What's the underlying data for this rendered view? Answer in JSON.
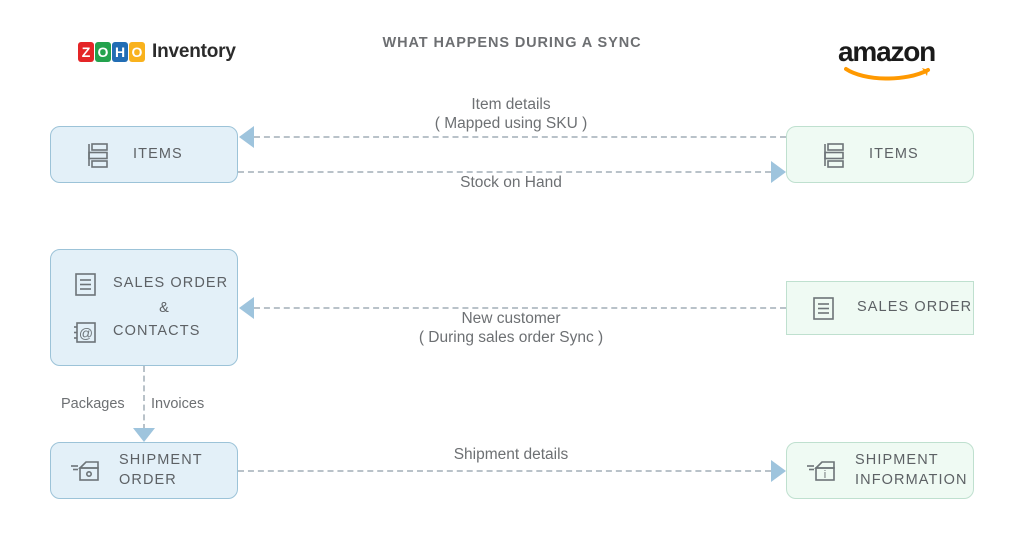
{
  "title": "WHAT HAPPENS DURING A SYNC",
  "brands": {
    "left": {
      "tiles": [
        "Z",
        "O",
        "H",
        "O"
      ],
      "word": "Inventory",
      "colors": [
        "#e42527",
        "#23a24d",
        "#226db4",
        "#f9b21d"
      ]
    },
    "right": {
      "word": "amazon"
    }
  },
  "nodes": {
    "items_left": {
      "label": "ITEMS",
      "icon": "items-icon"
    },
    "items_right": {
      "label": "ITEMS",
      "icon": "items-icon"
    },
    "sales_left": {
      "label_order": "SALES ORDER",
      "amp": "&",
      "label_contacts": "CONTACTS",
      "icon_order": "document-icon",
      "icon_contacts": "contacts-at-icon"
    },
    "sales_right": {
      "label": "SALES ORDER",
      "icon": "document-icon"
    },
    "ship_left": {
      "label_line1": "SHIPMENT",
      "label_line2": "ORDER",
      "icon": "package-box-icon"
    },
    "ship_right": {
      "label_line1": "SHIPMENT",
      "label_line2": "INFORMATION",
      "icon": "package-box-info-icon"
    }
  },
  "flows": {
    "item_details": {
      "line1": "Item details",
      "line2": "( Mapped using SKU )"
    },
    "stock_on_hand": {
      "line1": "Stock on Hand"
    },
    "new_customer": {
      "line1": "New customer",
      "line2": "( During sales order Sync )"
    },
    "shipment_details": {
      "line1": "Shipment details"
    },
    "packages": "Packages",
    "invoices": "Invoices"
  },
  "colors": {
    "left_node_fill": "#e3f0f8",
    "left_node_border": "#9cc3d8",
    "right_node_fill": "#effaf3",
    "right_node_border": "#bfe0cf",
    "arrow": "#9ec4dd",
    "dash": "#b9c2c9",
    "text": "#6d7073"
  }
}
